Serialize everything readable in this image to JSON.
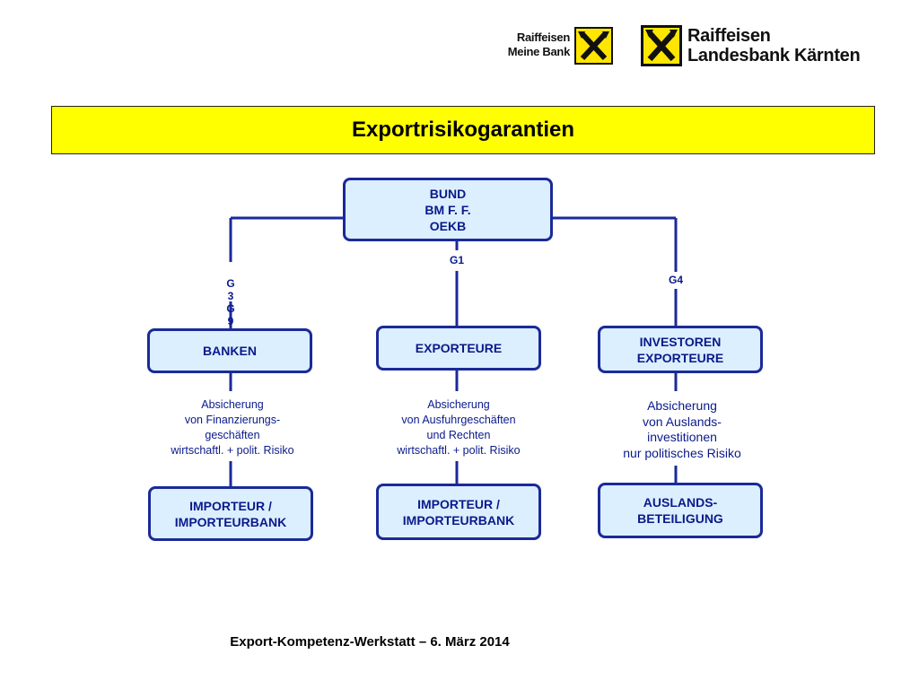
{
  "logos": {
    "left_line1": "Raiffeisen",
    "left_line2": "Meine Bank",
    "right_line1": "Raiffeisen",
    "right_line2": "Landesbank Kärnten"
  },
  "title": "Exportrisikogarantien",
  "top_node": {
    "line1": "BUND",
    "line2": "BM F. F.",
    "line3": "OEKB"
  },
  "labels": {
    "g1": "G1",
    "g4": "G4",
    "g3g9_1": "G",
    "g3g9_2": "3",
    "g3g9_3": "G",
    "g3g9_4": "9"
  },
  "mid_nodes": {
    "banken": "BANKEN",
    "exporteure": "EXPORTEURE",
    "investoren_line1": "INVESTOREN",
    "investoren_line2": "EXPORTEURE"
  },
  "descriptions": {
    "left": [
      "Absicherung",
      "von Finanzierungs-",
      "geschäften",
      "wirtschaftl. + polit. Risiko"
    ],
    "center": [
      "Absicherung",
      "von Ausfuhrgeschäften",
      "und Rechten",
      "wirtschaftl. + polit. Risiko"
    ],
    "right": [
      "Absicherung",
      "von Auslands-",
      "investitionen",
      "nur politisches Risiko"
    ]
  },
  "bottom_nodes": {
    "left_line1": "IMPORTEUR /",
    "left_line2": "IMPORTEURBANK",
    "center_line1": "IMPORTEUR /",
    "center_line2": "IMPORTEURBANK",
    "right_line1": "AUSLANDS-",
    "right_line2": "BETEILIGUNG"
  },
  "footer": "Export-Kompetenz-Werkstatt – 6. März 2014",
  "colors": {
    "title_bg": "#ffff00",
    "node_fill": "#dcefff",
    "node_border": "#1a2a99",
    "text_blue": "#0a1a8a",
    "logo_yellow": "#ffe600"
  }
}
